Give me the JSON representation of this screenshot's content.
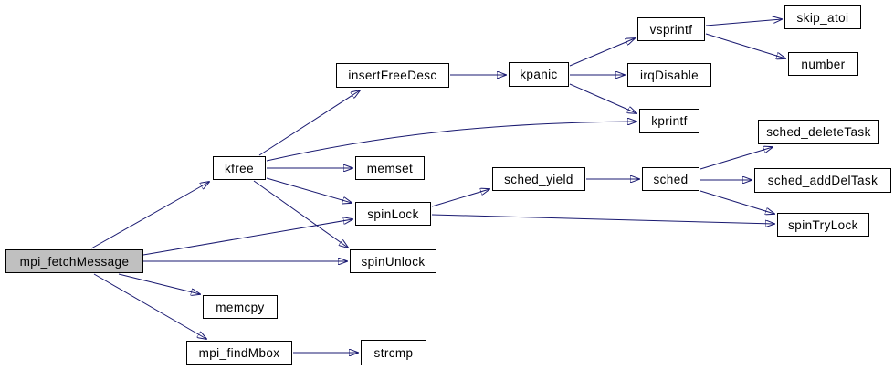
{
  "diagram": {
    "type": "call-graph",
    "root": "mpi_fetchMessage",
    "nodes": [
      {
        "id": "mpi_fetchMessage",
        "label": "mpi_fetchMessage",
        "highlighted": true
      },
      {
        "id": "kfree",
        "label": "kfree"
      },
      {
        "id": "insertFreeDesc",
        "label": "insertFreeDesc"
      },
      {
        "id": "kpanic",
        "label": "kpanic"
      },
      {
        "id": "vsprintf",
        "label": "vsprintf"
      },
      {
        "id": "skip_atoi",
        "label": "skip_atoi"
      },
      {
        "id": "number",
        "label": "number"
      },
      {
        "id": "irqDisable",
        "label": "irqDisable"
      },
      {
        "id": "kprintf",
        "label": "kprintf"
      },
      {
        "id": "memset",
        "label": "memset"
      },
      {
        "id": "spinLock",
        "label": "spinLock"
      },
      {
        "id": "spinUnlock",
        "label": "spinUnlock"
      },
      {
        "id": "sched_yield",
        "label": "sched_yield"
      },
      {
        "id": "sched",
        "label": "sched"
      },
      {
        "id": "sched_deleteTask",
        "label": "sched_deleteTask"
      },
      {
        "id": "sched_addDelTask",
        "label": "sched_addDelTask"
      },
      {
        "id": "spinTryLock",
        "label": "spinTryLock"
      },
      {
        "id": "memcpy",
        "label": "memcpy"
      },
      {
        "id": "mpi_findMbox",
        "label": "mpi_findMbox"
      },
      {
        "id": "strcmp",
        "label": "strcmp"
      }
    ],
    "edges": [
      {
        "from": "mpi_fetchMessage",
        "to": "kfree"
      },
      {
        "from": "mpi_fetchMessage",
        "to": "spinLock"
      },
      {
        "from": "mpi_fetchMessage",
        "to": "spinUnlock"
      },
      {
        "from": "mpi_fetchMessage",
        "to": "memcpy"
      },
      {
        "from": "mpi_fetchMessage",
        "to": "mpi_findMbox"
      },
      {
        "from": "kfree",
        "to": "insertFreeDesc"
      },
      {
        "from": "kfree",
        "to": "kprintf"
      },
      {
        "from": "kfree",
        "to": "memset"
      },
      {
        "from": "kfree",
        "to": "spinLock"
      },
      {
        "from": "kfree",
        "to": "spinUnlock"
      },
      {
        "from": "insertFreeDesc",
        "to": "kpanic"
      },
      {
        "from": "kpanic",
        "to": "vsprintf"
      },
      {
        "from": "kpanic",
        "to": "irqDisable"
      },
      {
        "from": "kpanic",
        "to": "kprintf"
      },
      {
        "from": "vsprintf",
        "to": "skip_atoi"
      },
      {
        "from": "vsprintf",
        "to": "number"
      },
      {
        "from": "spinLock",
        "to": "sched_yield"
      },
      {
        "from": "spinLock",
        "to": "spinTryLock"
      },
      {
        "from": "sched_yield",
        "to": "sched"
      },
      {
        "from": "sched",
        "to": "sched_deleteTask"
      },
      {
        "from": "sched",
        "to": "sched_addDelTask"
      },
      {
        "from": "sched",
        "to": "spinTryLock"
      },
      {
        "from": "mpi_findMbox",
        "to": "strcmp"
      }
    ],
    "colors": {
      "edge": "#191970",
      "node_border": "#000000",
      "node_fill": "#ffffff",
      "root_fill": "#c0c0c0",
      "text": "#000000",
      "background": "#ffffff"
    }
  }
}
